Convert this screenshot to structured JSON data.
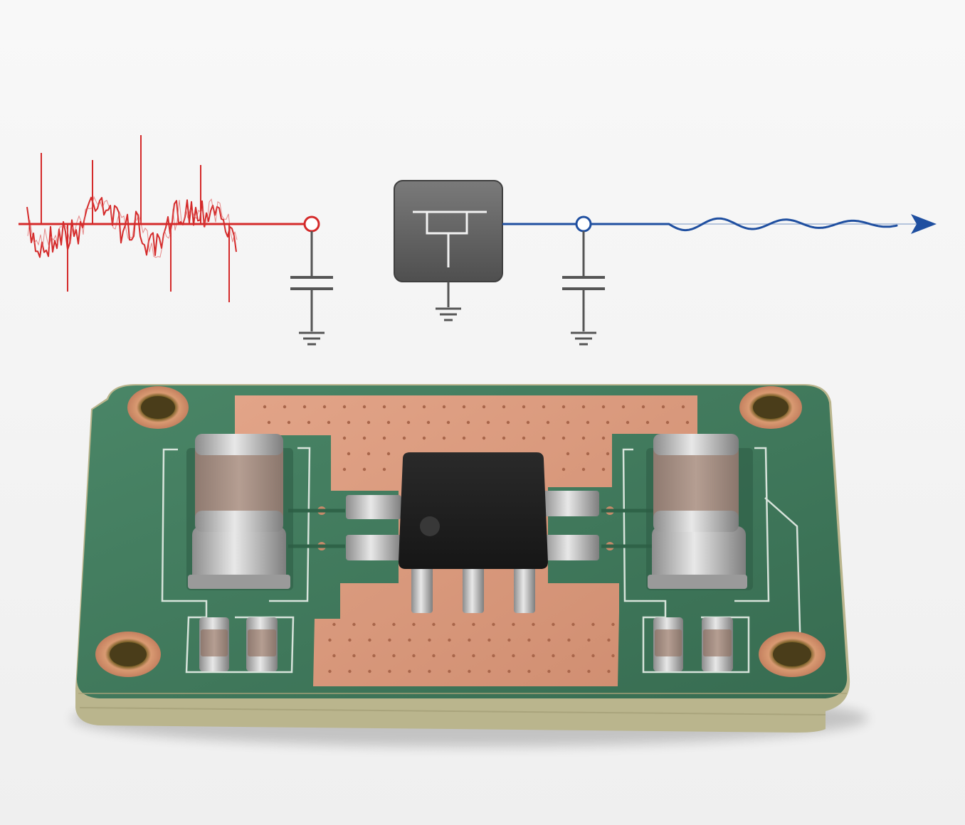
{
  "diagram": {
    "title": "",
    "colors": {
      "background": "#f6f6f6",
      "noisy_signal": "#d42a2a",
      "clean_signal": "#1f4fa0",
      "schematic_line": "#555555",
      "ic_block": "#5e5e5e",
      "pcb_green": "#3f7a5c",
      "copper": "#d9987a",
      "substrate_edge": "#b9b48a",
      "ic_body": "#1e1e1e"
    },
    "schematic": {
      "input_waveform": "noisy-signal",
      "output_waveform": "filtered-signal",
      "nodes": [
        "input-node",
        "output-node"
      ],
      "components": [
        "input-capacitor",
        "regulator-block",
        "output-capacitor"
      ],
      "grounds": [
        "input-cap-ground",
        "regulator-ground",
        "output-cap-ground"
      ],
      "arrow": "arrow-right-icon"
    },
    "board": {
      "components": [
        "input-bulk-capacitor",
        "output-bulk-capacitor",
        "regulator-ic-soic8",
        "input-small-capacitor-1",
        "input-small-capacitor-2",
        "output-small-capacitor-1",
        "output-small-capacitor-2"
      ],
      "mounting_holes": 4
    }
  }
}
